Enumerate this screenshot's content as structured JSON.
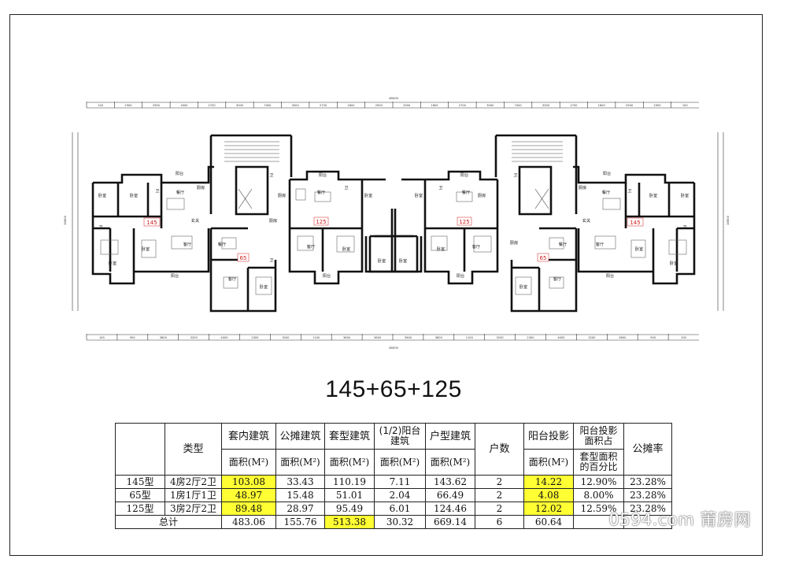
{
  "plan": {
    "unit_labels": [
      "145",
      "125",
      "65",
      "125",
      "65",
      "145"
    ],
    "room_labels": {
      "bedroom": "卧室",
      "living": "客厅",
      "kitchen": "厨房",
      "bath": "卫",
      "balcony": "阳台",
      "dining": "餐厅",
      "entry": "玄关"
    },
    "top_total": "48000",
    "bottom_total": "48000",
    "top_dims": [
      "100",
      "2900",
      "2900",
      "1600",
      "2700",
      "3000",
      "7400",
      "3000",
      "2700",
      "1600",
      "2900",
      "2900",
      "1600",
      "2700",
      "3000",
      "7400",
      "3000",
      "2700",
      "1600",
      "2900",
      "2900",
      "100"
    ],
    "bottom_dims": [
      "100",
      "900",
      "3600",
      "3200",
      "4000",
      "2300",
      "3200",
      "1100",
      "3600",
      "3600",
      "3600",
      "3600",
      "1100",
      "3200",
      "2300",
      "4000",
      "3200",
      "3600",
      "900",
      "100"
    ],
    "side_total": "16800"
  },
  "title": "145+65+125",
  "table": {
    "headers": {
      "type": "类型",
      "inner": "套内建筑",
      "shared": "公摊建筑",
      "suite": "套型建筑",
      "balcony_half": "(1/2)阳台建筑",
      "unit": "户型建筑",
      "count": "户数",
      "proj": "阳台投影",
      "proj_pct": "阳台投影面积占",
      "rate": "公摊率"
    },
    "sub": {
      "area": "面积(M²)",
      "pct": "套型面积的百分比"
    },
    "rows": [
      {
        "name": "145型",
        "layout": "4房2厅2卫",
        "inner": "103.08",
        "shared": "33.43",
        "suite": "110.19",
        "half": "7.11",
        "unit": "143.62",
        "count": "2",
        "proj": "14.22",
        "pct": "12.90%",
        "rate": "23.28%"
      },
      {
        "name": "65型",
        "layout": "1房1厅1卫",
        "inner": "48.97",
        "shared": "15.48",
        "suite": "51.01",
        "half": "2.04",
        "unit": "66.49",
        "count": "2",
        "proj": "4.08",
        "pct": "8.00%",
        "rate": "23.28%"
      },
      {
        "name": "125型",
        "layout": "3房2厅2卫",
        "inner": "89.48",
        "shared": "28.97",
        "suite": "95.49",
        "half": "6.01",
        "unit": "124.46",
        "count": "2",
        "proj": "12.02",
        "pct": "12.59%",
        "rate": "23.28%"
      }
    ],
    "total": {
      "label": "总计",
      "inner": "483.06",
      "shared": "155.76",
      "suite": "513.38",
      "half": "30.32",
      "unit": "669.14",
      "count": "6",
      "proj": "60.64"
    }
  },
  "watermark": "0594.com 莆房网",
  "colors": {
    "highlight": "#ffff33",
    "unit_label": "#d11a1a",
    "wall": "#111111"
  }
}
